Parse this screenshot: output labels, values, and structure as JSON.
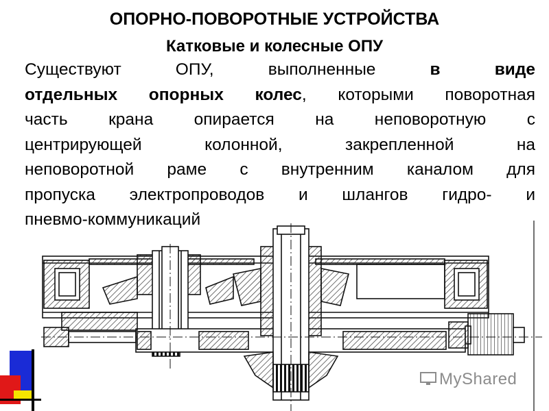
{
  "slide": {
    "title": "ОПОРНО-ПОВОРОТНЫЕ УСТРОЙСТВА",
    "subtitle": "Катковые и колесные ОПУ",
    "paragraph": {
      "l1_a": "Существуют ОПУ, выполненные ",
      "l1_b": "в виде",
      "l2_b": "отдельных опорных колес",
      "l2_a": ", которыми поворотная",
      "l3": "часть крана опирается на неповоротную с",
      "l4": "центрирующей колонной, закрепленной на",
      "l5": "неповоротной раме с внутренним каналом для",
      "l6": "пропуска электропроводов и шлангов гидро- и",
      "l7": "пневмо-коммуникаций"
    }
  },
  "watermark": {
    "text": "MyShared"
  },
  "colors": {
    "deco_blue": "#1a2bd6",
    "deco_red": "#e01818",
    "deco_yellow": "#f5e400",
    "hatch": "#333333"
  }
}
